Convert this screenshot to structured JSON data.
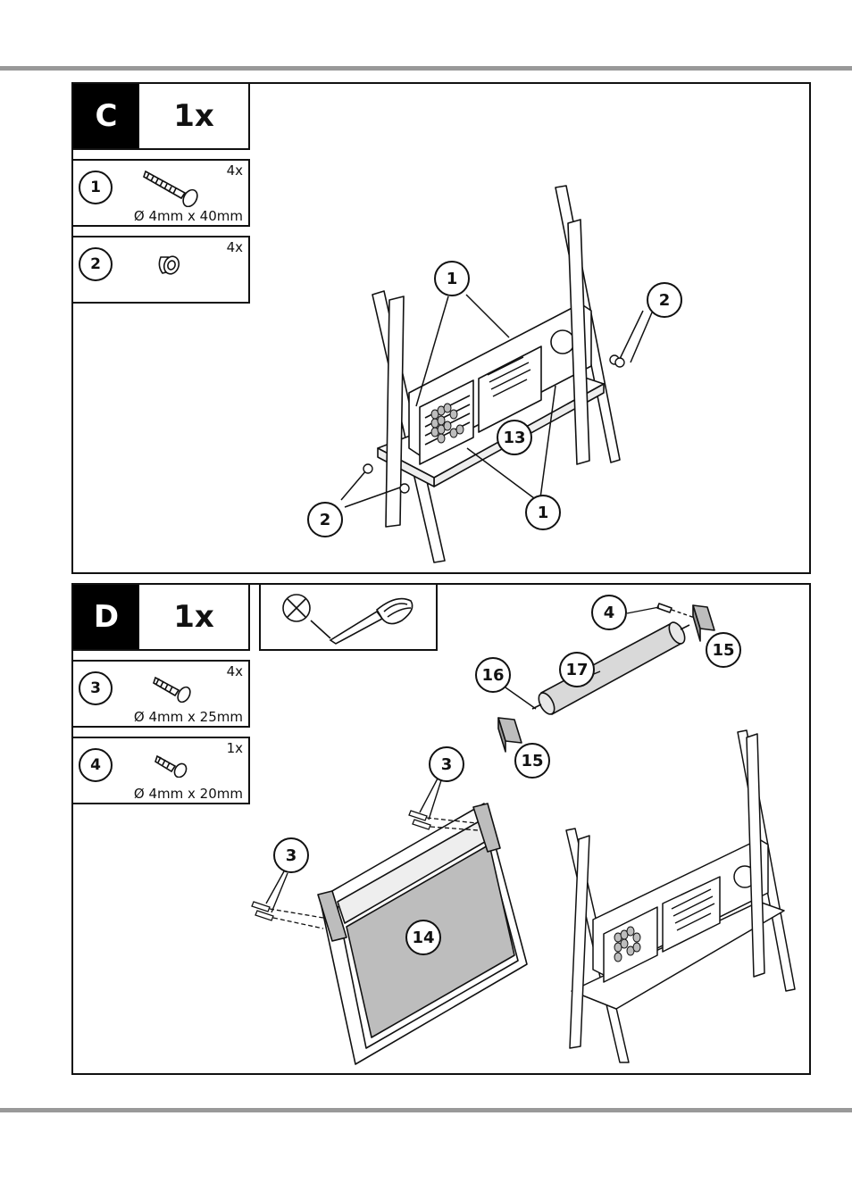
{
  "step_c": {
    "letter": "C",
    "quantity": "1x",
    "parts": [
      {
        "id": "1",
        "qty": "4x",
        "size": "Ø 4mm x 40mm",
        "icon": "screw-40mm-icon"
      },
      {
        "id": "2",
        "qty": "4x",
        "size": "",
        "icon": "cap-nut-icon"
      }
    ],
    "callouts": [
      "1",
      "2",
      "13",
      "2",
      "1"
    ]
  },
  "step_d": {
    "letter": "D",
    "quantity": "1x",
    "tool_icon": "phillips-screwdriver-icon",
    "parts": [
      {
        "id": "3",
        "qty": "4x",
        "size": "Ø 4mm x 25mm",
        "icon": "screw-25mm-icon"
      },
      {
        "id": "4",
        "qty": "1x",
        "size": "Ø 4mm x 20mm",
        "icon": "screw-20mm-icon"
      }
    ],
    "callouts": [
      "4",
      "15",
      "16",
      "17",
      "15",
      "3",
      "3",
      "14"
    ]
  },
  "colors": {
    "line": "#111111",
    "rule": "#999999",
    "shade": "#bdbdbd",
    "fill": "#d9d9d9"
  }
}
